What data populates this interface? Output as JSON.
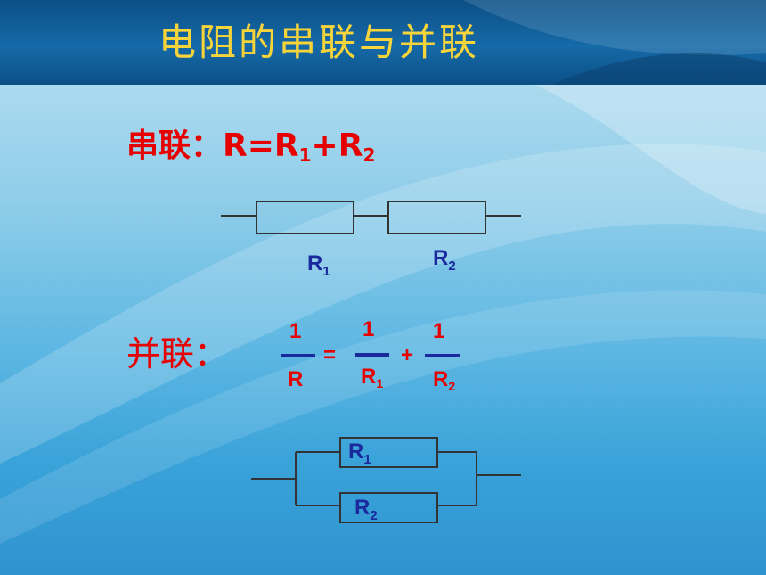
{
  "title": "电阻的串联与并联",
  "series": {
    "label": "串联：",
    "formula_main": "R=R",
    "sub1": "1",
    "plus": "+R",
    "sub2": "2",
    "resistor1": {
      "letter": "R",
      "sub": "1"
    },
    "resistor2": {
      "letter": "R",
      "sub": "2"
    }
  },
  "parallel": {
    "label": "并联：",
    "frac_left": {
      "num": "1",
      "den": "R"
    },
    "equals": "=",
    "frac_mid": {
      "num": "1",
      "den_letter": "R",
      "den_sub": "1"
    },
    "plus": "+",
    "frac_right": {
      "num": "1",
      "den_letter": "R",
      "den_sub": "2"
    },
    "resistor1": {
      "letter": "R",
      "sub": "1"
    },
    "resistor2": {
      "letter": "R",
      "sub": "2"
    }
  },
  "colors": {
    "title": "#f7d43a",
    "accent_red": "#e60000",
    "accent_blue": "#1a2a9c",
    "title_bar": "#156aa8"
  }
}
